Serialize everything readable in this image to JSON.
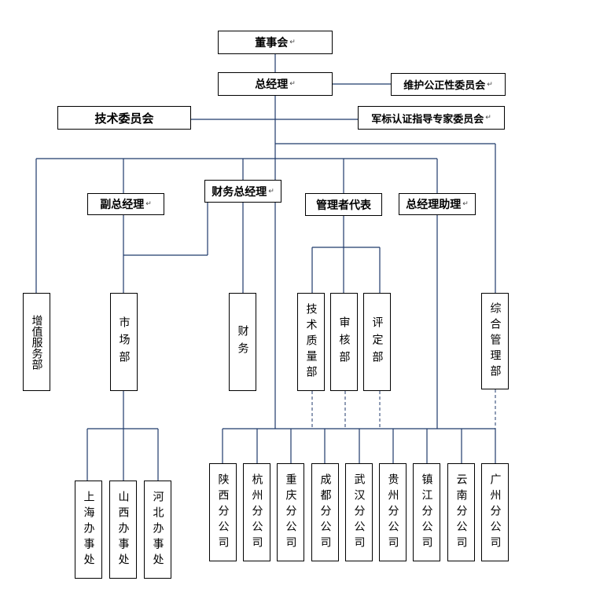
{
  "nodes": {
    "board": "董事会",
    "gm": "总经理",
    "fairness": "维护公正性委员会",
    "tech_committee": "技术委员会",
    "military": "军标认证指导专家委员会",
    "vice_gm": "副总经理",
    "finance_gm": "财务总经理",
    "mgmt_rep": "管理者代表",
    "gm_assistant": "总经理助理",
    "value_added": "增值服务部",
    "market": "市场部",
    "finance": "财务",
    "tech_quality": "技术质量部",
    "audit": "审核部",
    "evaluation": "评定部",
    "general_admin": "综合管理部",
    "shanghai": "上海办事处",
    "shanxi": "山西办事处",
    "hebei": "河北办事处",
    "shaanxi": "陕西分公司",
    "hangzhou": "杭州分公司",
    "chongqing": "重庆分公司",
    "chengdu": "成都分公司",
    "wuhan": "武汉分公司",
    "guizhou": "贵州分公司",
    "zhenjiang": "镇江分公司",
    "yunnan": "云南分公司",
    "guangzhou": "广州分公司"
  },
  "paragraph_mark": "↵"
}
